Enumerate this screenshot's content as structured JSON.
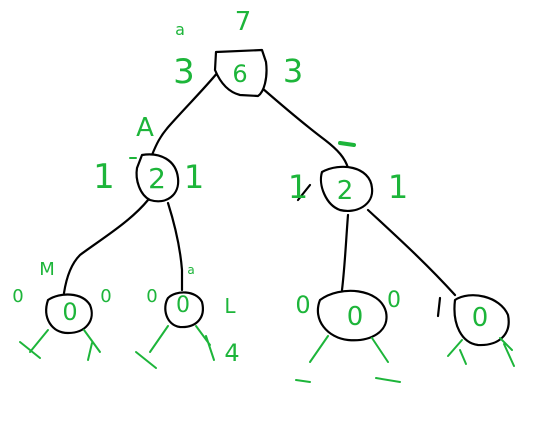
{
  "colors": {
    "ink": "#000000",
    "annotation": "#1db53a",
    "background": "#ffffff"
  },
  "tree": {
    "root": {
      "value": "6",
      "left": "3",
      "right": "3",
      "above": "7",
      "mark": "a"
    },
    "left_child": {
      "value": "2",
      "left": "1",
      "right": "1",
      "above": "A"
    },
    "right_child": {
      "value": "2",
      "left": "1",
      "right": "1"
    },
    "leaf_ll": {
      "value": "0",
      "left": "0",
      "right": "0",
      "above": "M"
    },
    "leaf_lr": {
      "value": "0",
      "left": "0",
      "right": "L",
      "above": "a",
      "below_right": "4"
    },
    "leaf_rl": {
      "value": "0",
      "left": "0",
      "right": "0"
    },
    "leaf_rr": {
      "value": "0"
    }
  }
}
